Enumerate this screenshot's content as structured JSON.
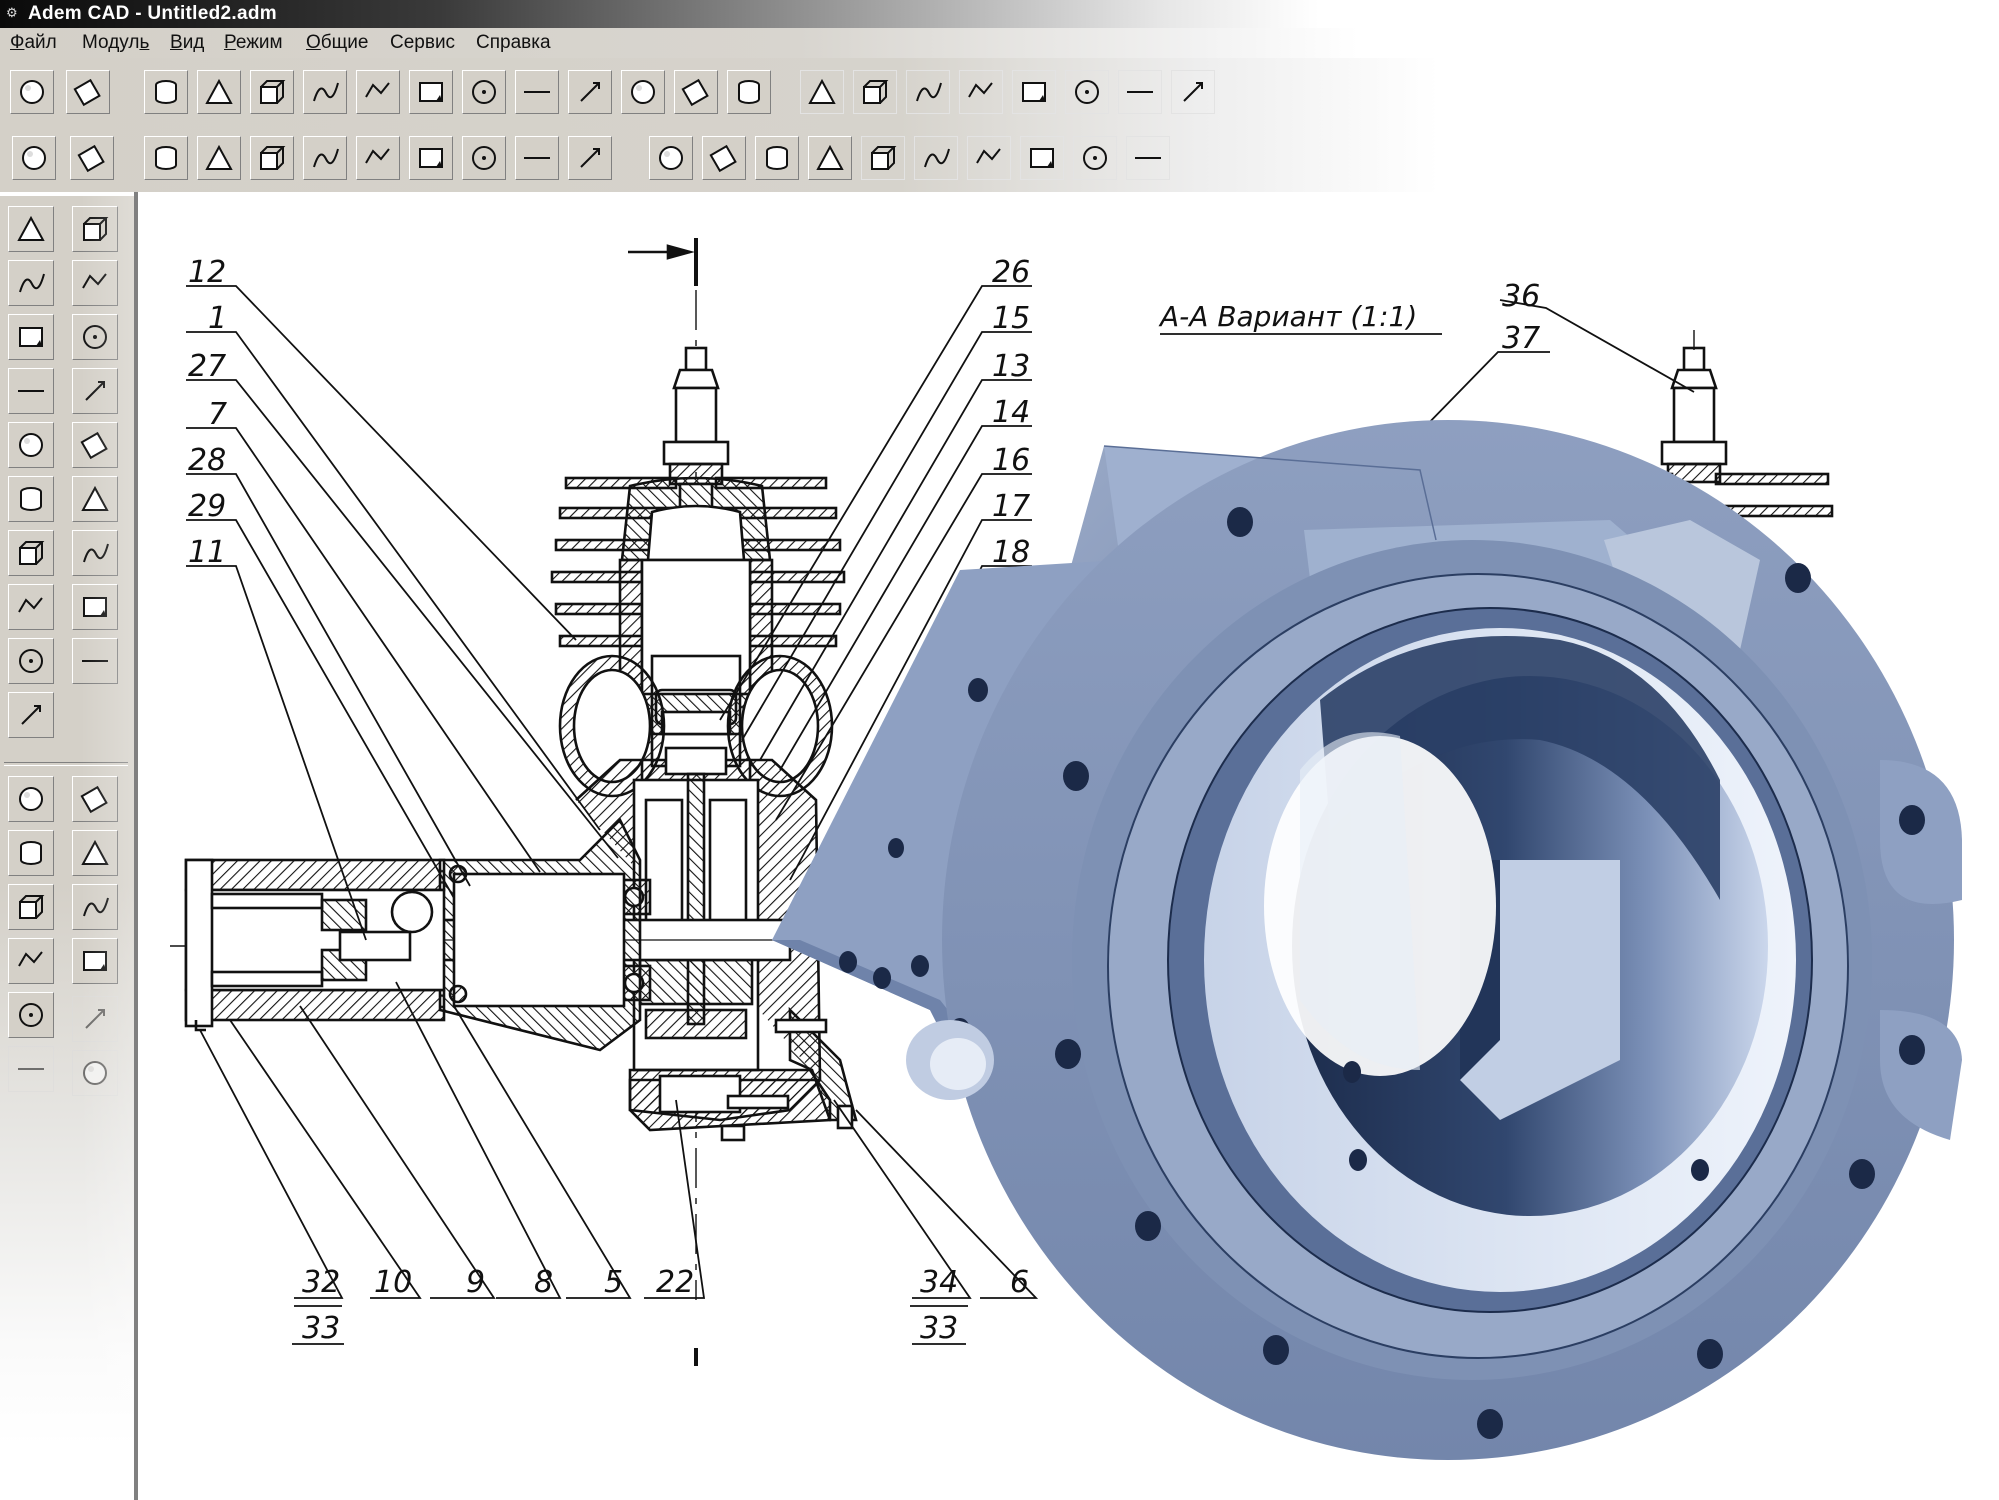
{
  "window": {
    "title": "Adem CAD - Untitled2.adm"
  },
  "menu": [
    {
      "label": "Файл",
      "key": "Ф",
      "rest": "айл"
    },
    {
      "label": "Модуль",
      "key": "Модул",
      "rest": "ь"
    },
    {
      "label": "Вид",
      "key": "В",
      "rest": "ид"
    },
    {
      "label": "Режим",
      "key": "Р",
      "rest": "ежим"
    },
    {
      "label": "Общие",
      "key": "О",
      "rest": "бщие"
    },
    {
      "label": "Сервис",
      "key": "",
      "rest": "Сервис"
    },
    {
      "label": "Справка",
      "key": "",
      "rest": "Справка"
    }
  ],
  "toolbar1_icons": [
    "undo-icon",
    "redo-icon",
    "sphere-icon",
    "cylinder-icon",
    "tube-icon",
    "spring-icon",
    "sweep-icon",
    "section-icon",
    "pyramid-icon",
    "box-icon",
    "cone-icon",
    "prism-icon",
    "surface-icon",
    "mesh-icon",
    "solid-union-icon",
    "solid-subtract-icon",
    "solid-intersect-icon",
    "solid-split-icon",
    "solid-cut-icon",
    "solid-revolve-icon",
    "solid-copy-icon",
    "solid-delete-icon"
  ],
  "toolbar2_icons": [
    "save-icon",
    "save-as-icon",
    "line-icon",
    "rectangle-icon",
    "circle-icon",
    "arc-icon",
    "polyline-icon",
    "polygon-icon",
    "spline-icon",
    "curve-icon",
    "point-icon",
    "text-icon",
    "text-edit-icon",
    "format-icon",
    "dimension-icon",
    "angle-icon",
    "check-icon",
    "leader-icon",
    "snap-icon",
    "measure-icon",
    "frame-icon"
  ],
  "leftpanel_icons": [
    "select-solid-icon",
    "cube-view-icon",
    "delete-solid-icon",
    "bend-icon",
    "scale-solid-icon",
    "cylinder-solid-icon",
    "move-solid-icon",
    "hole-solid-icon",
    "rotate-solid-icon",
    "rotate-cylinder-icon",
    "copy-solid-icon",
    "box-cylinder-icon",
    "mirror-solid-icon",
    "cut-plane-icon",
    "align-solid-icon",
    "fillet-icon",
    "array-solid-icon",
    "combine-solid-icon",
    "inspect-solid-icon",
    "select-box-icon",
    "select-face-icon",
    "delete-face-icon",
    "move-face-icon",
    "extrude-face-icon",
    "offset-face-icon",
    "rotate-face-icon",
    "split-face-icon",
    "view-3d-icon",
    "select-edge-icon",
    "round-edge-icon",
    "edge-move-icon"
  ],
  "drawing": {
    "section_title": "А-А  Вариант  (1:1)",
    "callouts_left": [
      "12",
      "1",
      "27",
      "7",
      "28",
      "29",
      "11"
    ],
    "callouts_right": [
      "26",
      "15",
      "13",
      "14",
      "16",
      "17",
      "18"
    ],
    "callouts_top_right": [
      "36",
      "37"
    ],
    "callouts_bottom": [
      "32",
      "10",
      "9",
      "8",
      "5",
      "22",
      "34",
      "6"
    ],
    "callouts_bottom_second": [
      "33",
      "33"
    ]
  },
  "colors": {
    "model_light": "#b9c6dc",
    "model_mid": "#7f92b4",
    "model_dark": "#1e2f52",
    "window_bg": "#d4d0c8"
  }
}
